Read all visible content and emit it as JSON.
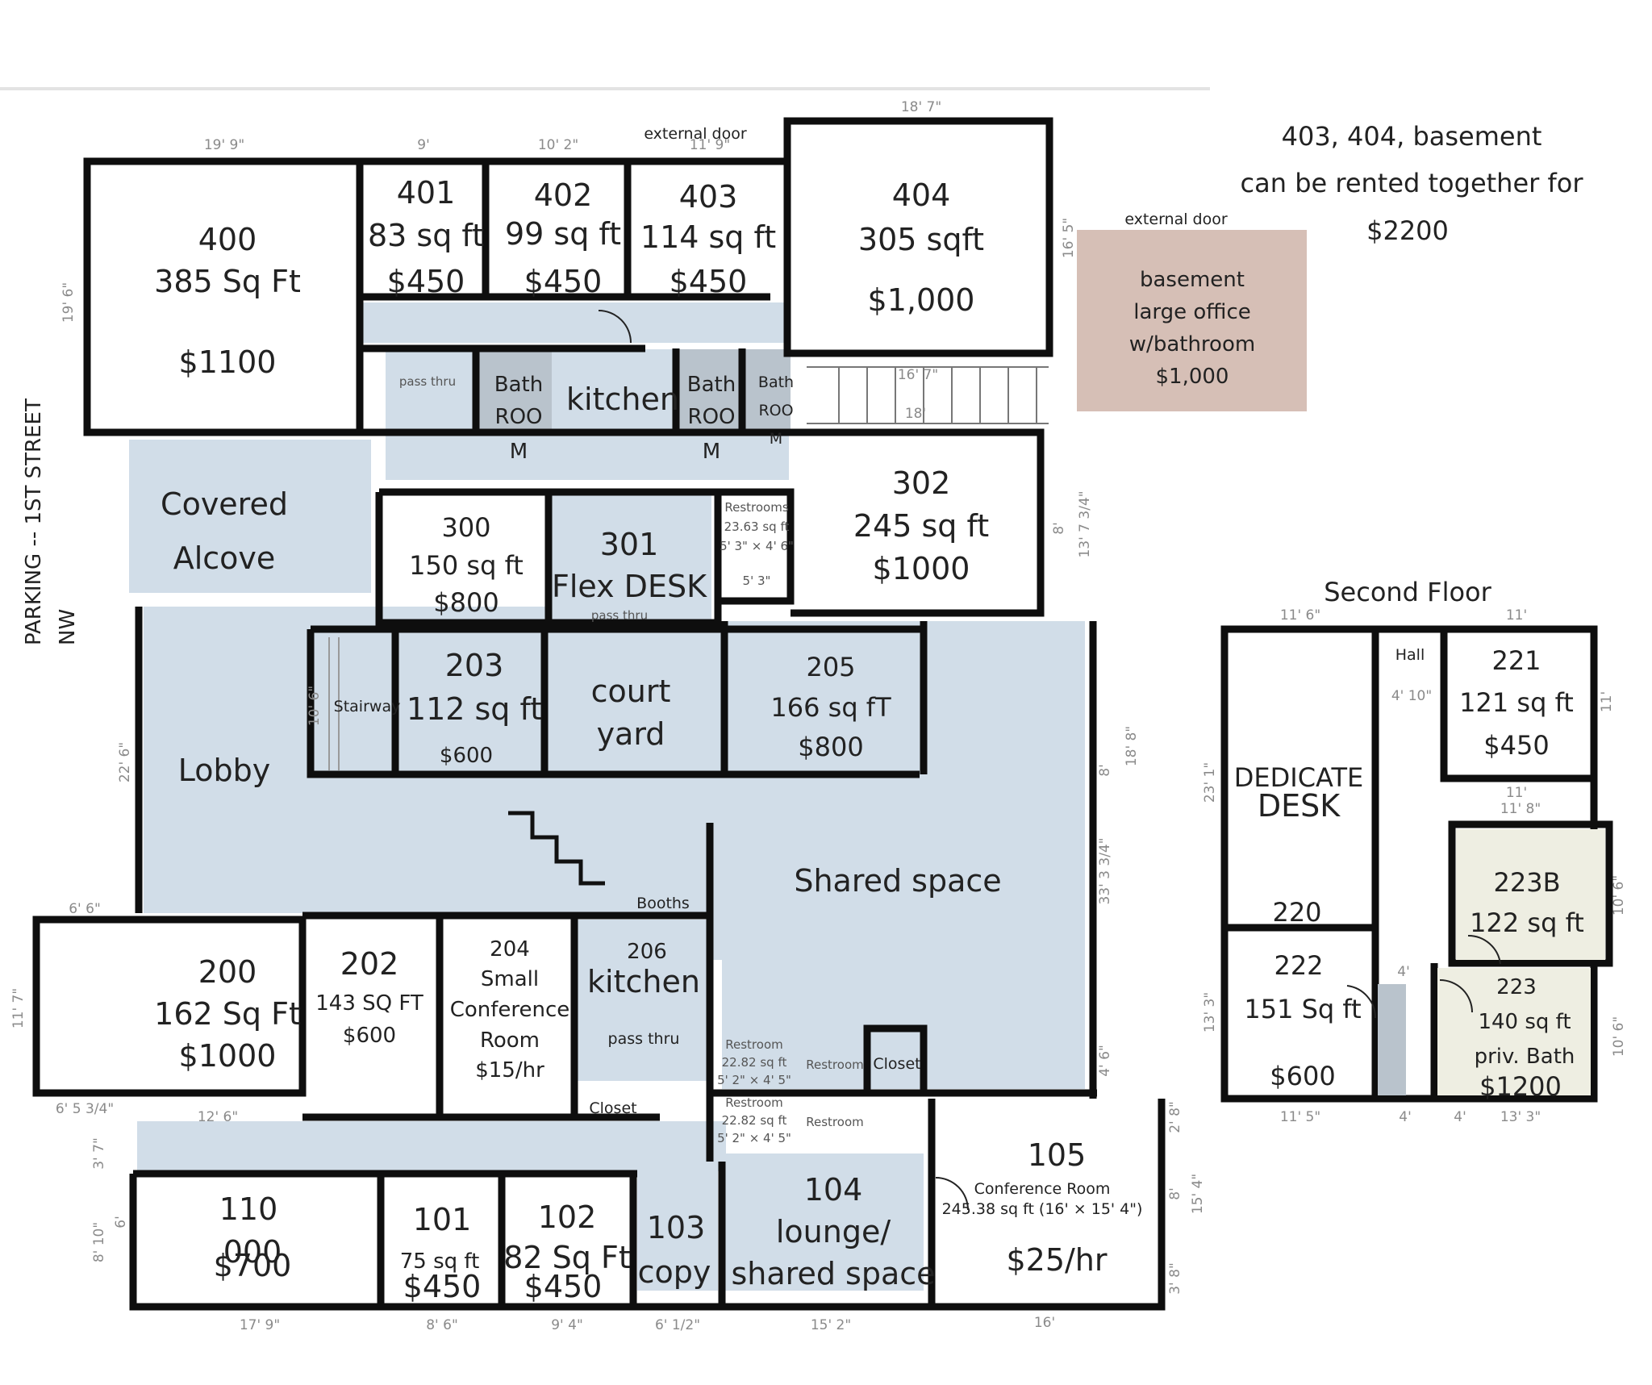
{
  "colors": {
    "shared": "#d1dde8",
    "wall": "#0e0e0e",
    "room": "#ffffff",
    "bath": "#b9c3cc",
    "basement": "#d6bfb6",
    "second_floor_bath": "#eeeee2",
    "dimension": "#9a9a9a"
  },
  "notes": {
    "combo_line1": "403, 404, basement",
    "combo_line2": "can be rented together for",
    "combo_price": "$2200",
    "external_door_top": "external door",
    "external_door_right": "external door",
    "street_line1": "PARKING -- 1ST STREET",
    "street_line2": "NW",
    "second_floor_title": "Second Floor",
    "booths": "Booths"
  },
  "basement": {
    "line1": "basement",
    "line2": "large office",
    "line3": "w/bathroom",
    "price": "$1,000"
  },
  "rooms": {
    "r400": {
      "num": "400",
      "size": "385 Sq Ft",
      "price": "$1100"
    },
    "r401": {
      "num": "401",
      "size": "83 sq ft",
      "price": "$450"
    },
    "r402": {
      "num": "402",
      "size": "99 sq ft",
      "price": "$450"
    },
    "r403": {
      "num": "403",
      "size": "114 sq ft",
      "price": "$450"
    },
    "r404": {
      "num": "404",
      "size": "305 sqft",
      "price": "$1,000"
    },
    "r302": {
      "num": "302",
      "size": "245 sq ft",
      "price": "$1000"
    },
    "r300": {
      "num": "300",
      "size": "150 sq ft",
      "price": "$800"
    },
    "r301": {
      "num": "301",
      "label": "Flex DESK",
      "sub": "pass thru"
    },
    "r203": {
      "num": "203",
      "size": "112 sq ft",
      "price": "$600"
    },
    "r205": {
      "num": "205",
      "size": "166 sq fT",
      "price": "$800"
    },
    "r200": {
      "num": "200",
      "size": "162 Sq Ft",
      "price": "$1000"
    },
    "r202": {
      "num": "202",
      "size": "143 SQ FT",
      "price": "$600"
    },
    "r204": {
      "num": "204",
      "line1": "Small",
      "line2": "Conference",
      "line3": "Room",
      "price": "$15/hr"
    },
    "r206": {
      "num": "206",
      "label": "kitchen",
      "sub": "pass thru",
      "closet": "Closet"
    },
    "r110": {
      "num": "110",
      "ghost": "000",
      "price": "$700"
    },
    "r101": {
      "num": "101",
      "size": "75 sq ft",
      "price": "$450"
    },
    "r102": {
      "num": "102",
      "size": "82 Sq Ft",
      "price": "$450"
    },
    "r103": {
      "num": "103",
      "label": "copy"
    },
    "r104": {
      "num": "104",
      "line1": "lounge/",
      "line2": "shared space"
    },
    "r105": {
      "num": "105",
      "line1": "Conference Room",
      "line2": "245.38 sq ft (16' × 15' 4\")",
      "price": "$25/hr"
    }
  },
  "spaces": {
    "covered_alcove_1": "Covered",
    "covered_alcove_2": "Alcove",
    "lobby": "Lobby",
    "court_1": "court",
    "court_2": "yard",
    "shared": "Shared space",
    "kitchen": "kitchen",
    "pass_thru": "pass thru",
    "stairway": "Stairway",
    "bath1_a": "Bath",
    "bath1_b": "ROO",
    "bath1_c": "M",
    "bath2_a": "Bath",
    "bath2_b": "ROO",
    "bath2_c": "M",
    "bath3_a": "Bath",
    "bath3_b": "ROO",
    "bath3_c": "M",
    "restroom_a1": "Restrooms",
    "restroom_a2": "23.63 sq ft",
    "restroom_a3": "5' 3\" × 4' 6\"",
    "restroom_a4": "5' 3\"",
    "restroom_b1": "Restroom",
    "restroom_b2": "22.82 sq ft",
    "restroom_b3": "5' 2\" × 4' 5\"",
    "restroom_b4": "Restroom",
    "closet": "Closet",
    "restroom_c1": "Restroom",
    "restroom_c2": "22.82 sq ft",
    "restroom_c3": "5' 2\" × 4' 5\"",
    "restroom_c4": "Restroom"
  },
  "second_floor": {
    "hall": "Hall",
    "r220_a": "DEDICATE",
    "r220_b": "DESK",
    "r220_num": "220",
    "r221": {
      "num": "221",
      "size": "121 sq ft",
      "price": "$450"
    },
    "r222": {
      "num": "222",
      "size": "151 Sq ft",
      "price": "$600"
    },
    "r223b": {
      "num": "223B",
      "size": "122 sq ft"
    },
    "r223": {
      "num": "223",
      "size": "140 sq ft",
      "bath": "priv. Bath",
      "price": "$1200"
    }
  },
  "dims": {
    "d19_9": "19' 9\"",
    "d9": "9'",
    "d10_2": "10' 2\"",
    "d11_9": "11' 9\"",
    "d18_7": "18' 7\"",
    "d19_6": "19' 6\"",
    "d16_5": "16' 5\"",
    "d16_7": "16' 7\"",
    "d18": "18'",
    "d8": "8'",
    "d13_7": "13' 7 3/4\"",
    "d22_6": "22' 6\"",
    "d18_8": "18' 8\"",
    "d8b": "8'",
    "d33_3": "33' 3 3/4\"",
    "d6_6": "6' 6\"",
    "d11_7": "11' 7\"",
    "d6_5": "6' 5 3/4\"",
    "d12_6": "12' 6\"",
    "d3_7": "3' 7\"",
    "d8_10": "8' 10\"",
    "d6": "6'",
    "d17_9": "17' 9\"",
    "d8_6": "8' 6\"",
    "d9_4": "9' 4\"",
    "d6_1": "6' 1/2\"",
    "d15_2": "15' 2\"",
    "d16": "16'",
    "d15_4": "15' 4\"",
    "d3_8": "3' 8\"",
    "d2_8": "2' 8\"",
    "d8c": "8'",
    "d10_6": "10' 6\"",
    "d4_6": "4' 6\"",
    "s11_6": "11' 6\"",
    "s11": "11'",
    "s4_10": "4' 10\"",
    "s23_1": "23' 1\"",
    "s11b": "11'",
    "s11_8": "11' 8\"",
    "s10_6a": "10' 6\"",
    "s10_6b": "10' 6\"",
    "s13_3": "13' 3\"",
    "s11_5": "11' 5\"",
    "s4a": "4'",
    "s4b": "4'",
    "s13_3b": "13' 3\"",
    "s11c": "11'",
    "s4c": "4'"
  }
}
